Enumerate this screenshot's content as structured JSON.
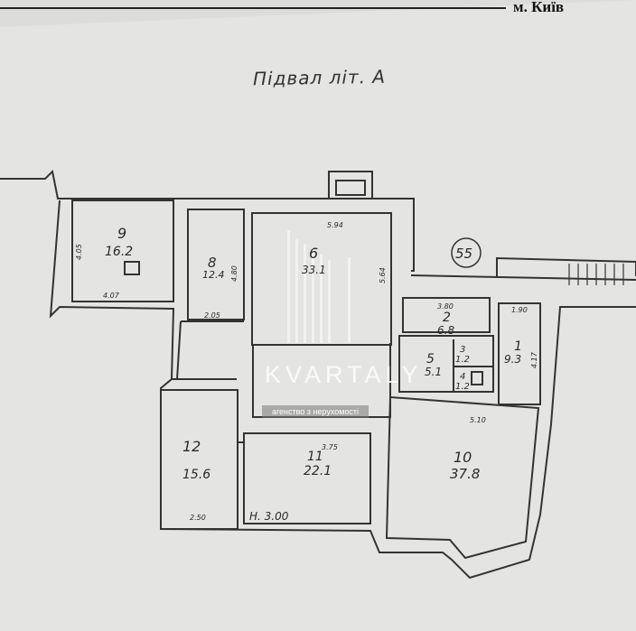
{
  "header": {
    "city": "м. Київ"
  },
  "plan": {
    "title": "Підвал літ. А",
    "building_number": "55",
    "height_note": "Н. 3.00",
    "rooms": [
      {
        "id": "9",
        "num": "9",
        "area": "16.2"
      },
      {
        "id": "8",
        "num": "8",
        "area": "12.4"
      },
      {
        "id": "6",
        "num": "6",
        "area": "33.1"
      },
      {
        "id": "2",
        "num": "2",
        "area": "6.8"
      },
      {
        "id": "5",
        "num": "5",
        "area": "5.1"
      },
      {
        "id": "3",
        "num": "3",
        "area": "1.2"
      },
      {
        "id": "4",
        "num": "4",
        "area": "1.2"
      },
      {
        "id": "1",
        "num": "1",
        "area": "9.3"
      },
      {
        "id": "12",
        "num": "12",
        "area": "15.6"
      },
      {
        "id": "11",
        "num": "11",
        "area": "22.1"
      },
      {
        "id": "10",
        "num": "10",
        "area": "37.8"
      }
    ],
    "dimensions": {
      "room9_width": "4.07",
      "room9_height": "4.05",
      "room8_width": "2.05",
      "room8_height": "4.80",
      "room6_width": "5.94",
      "room6_height": "5.64",
      "room2_width": "3.80",
      "room1_width": "1.90",
      "room1_height": "4.17",
      "room10_width": "5.10",
      "room11_width": "3.75",
      "room12_width": "2.50"
    }
  },
  "watermark": {
    "brand": "KVARTALY",
    "tagline": "агенство з нерухомості"
  }
}
